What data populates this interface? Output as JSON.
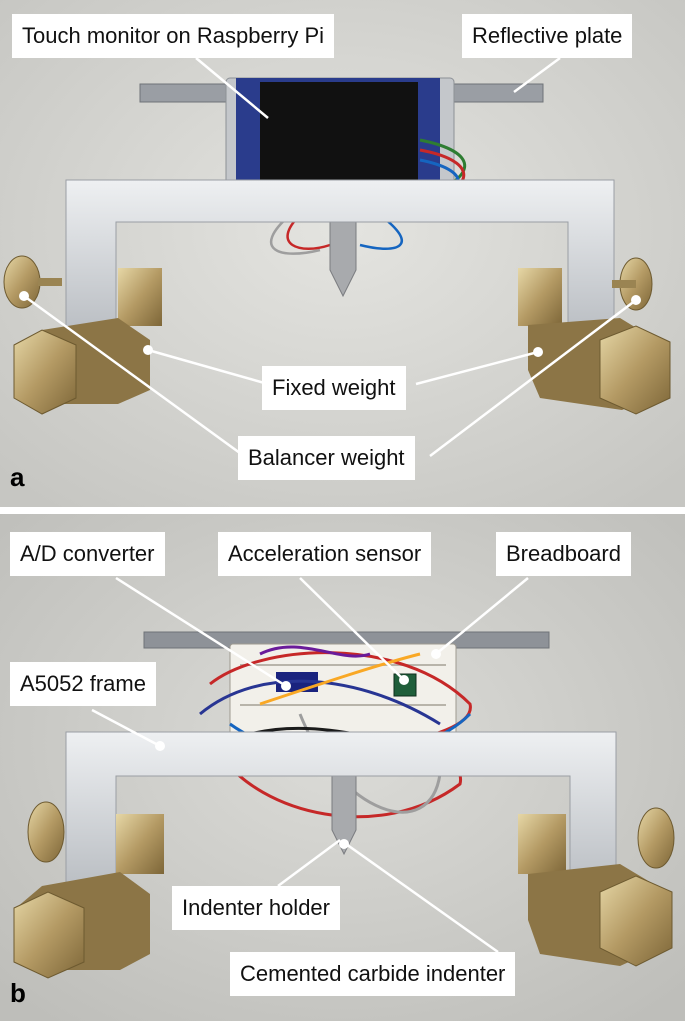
{
  "panels": [
    {
      "letter": "a",
      "labels": {
        "touch_monitor": "Touch monitor on Raspberry Pi",
        "reflective_plate": "Reflective plate",
        "fixed_weight": "Fixed weight",
        "balancer_weight": "Balancer weight"
      }
    },
    {
      "letter": "b",
      "labels": {
        "ad_converter": "A/D converter",
        "acceleration_sensor": "Acceleration sensor",
        "breadboard": "Breadboard",
        "a5052_frame": "A5052 frame",
        "indenter_holder": "Indenter holder",
        "cemented_carbide_indenter": "Cemented carbide indenter"
      }
    }
  ],
  "colors": {
    "background": "#d6d6d2",
    "frame": "#c9ccd0",
    "brass": "#b09a6a",
    "screen": "#111111",
    "pcb_blue": "#2a3c8c",
    "breadboard": "#f2f0ea"
  }
}
